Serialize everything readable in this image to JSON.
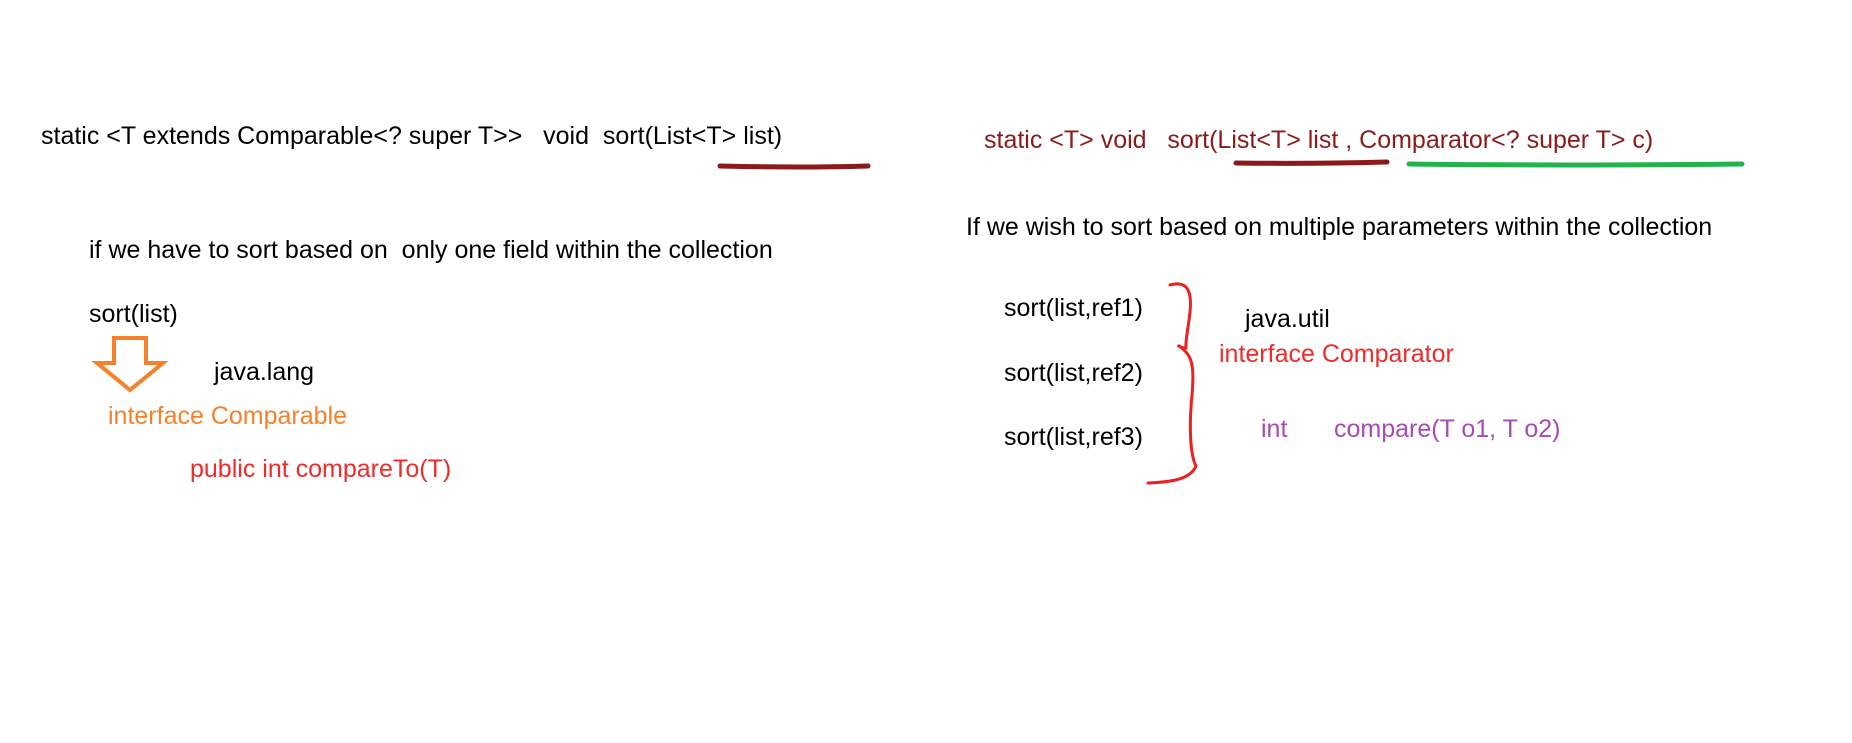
{
  "left": {
    "signature": "static <T extends Comparable<? super T>>   void  sort(List<T> list)",
    "description": "if we have to sort based on  only one field within the collection",
    "call": "sort(list)",
    "package": "java.lang",
    "interface": "interface Comparable",
    "method": "public int compareTo(T)"
  },
  "right": {
    "signature_prefix": "static <T> void   sort(",
    "signature_list": "List<T> list",
    "signature_sep": " , ",
    "signature_comparator": "Comparator<? super T> c)",
    "description": "If we wish to sort based on multiple parameters within the collection",
    "calls": [
      "sort(list,ref1)",
      "sort(list,ref2)",
      "sort(list,ref3)"
    ],
    "package": "java.util",
    "interface": "interface Comparator",
    "return_type": "int",
    "method": "compare(T o1, T o2)"
  },
  "colors": {
    "maroon": "#8b1a1a",
    "orange": "#f5822a",
    "red": "#ef2b2b",
    "purple": "#a64bb4",
    "green": "#22b24c"
  }
}
